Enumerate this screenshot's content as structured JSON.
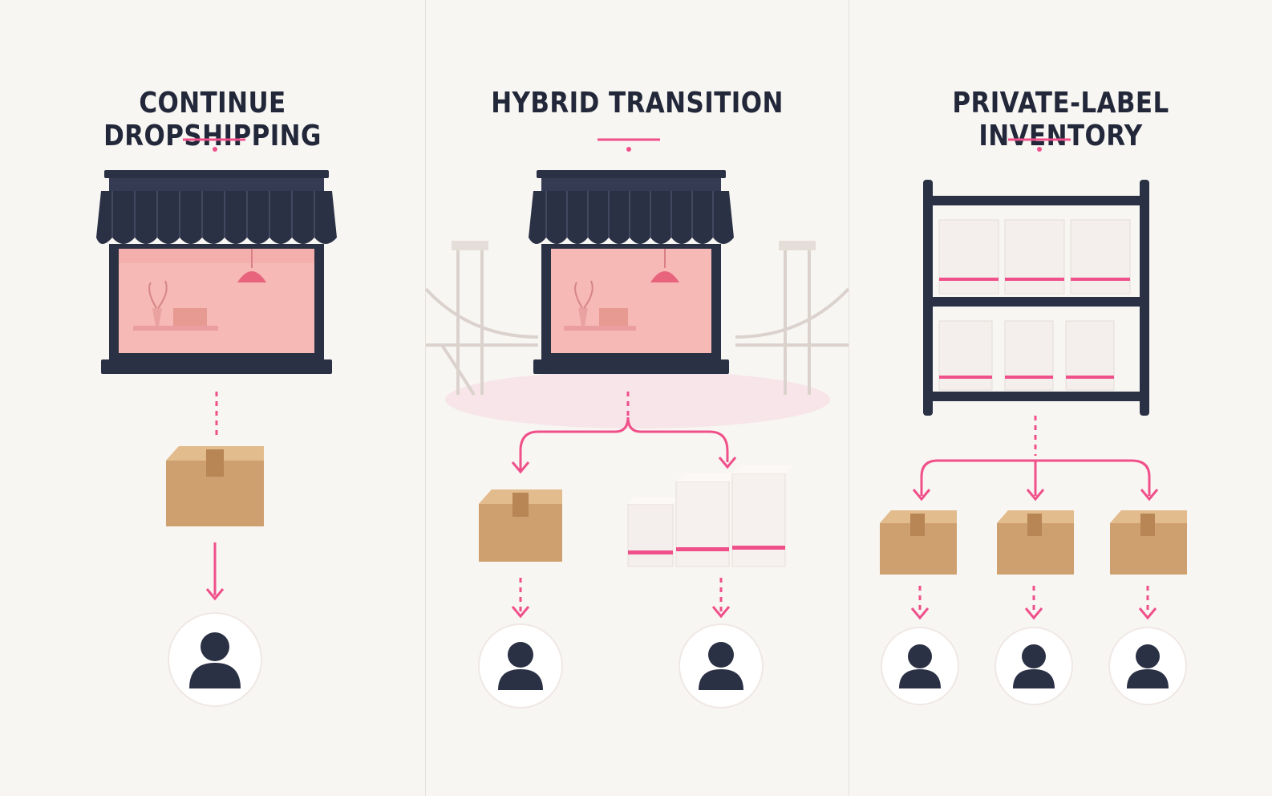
{
  "colors": {
    "background": "#f8f6f3",
    "accent_pink": "#f0508a",
    "navy": "#2b3145",
    "shop_interior": "#f6b9b5",
    "cardboard": "#cfa06f",
    "product_box": "#f4efec"
  },
  "panels": [
    {
      "title": "CONTINUE DROPSHIPPING",
      "icons": [
        "storefront-icon",
        "cardboard-box-icon",
        "customer-icon"
      ]
    },
    {
      "title": "HYBRID TRANSITION",
      "icons": [
        "bridge-icon",
        "storefront-icon",
        "cardboard-box-icon",
        "product-boxes-icon",
        "customer-icon",
        "customer-icon"
      ]
    },
    {
      "title": "PRIVATE-LABEL INVENTORY",
      "icons": [
        "warehouse-shelf-icon",
        "cardboard-box-icon",
        "cardboard-box-icon",
        "cardboard-box-icon",
        "customer-icon",
        "customer-icon",
        "customer-icon"
      ]
    }
  ]
}
